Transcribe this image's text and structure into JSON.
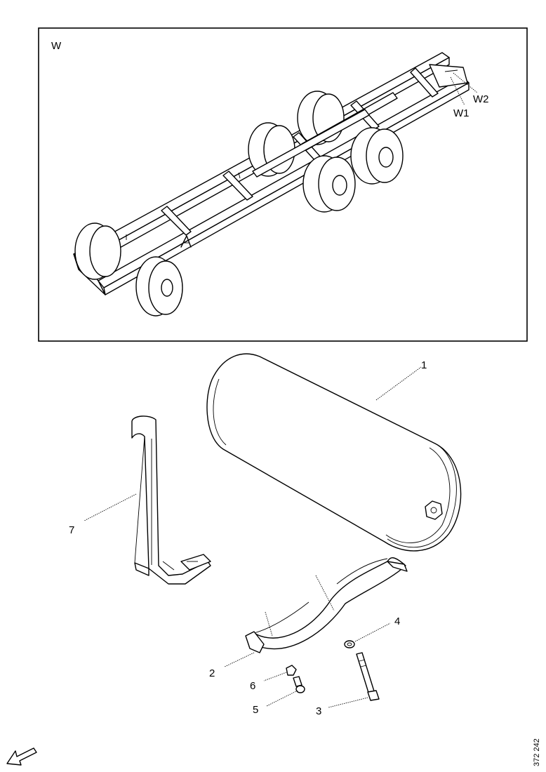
{
  "view": {
    "label": "W"
  },
  "callouts": {
    "w1": "W1",
    "w2": "W2",
    "p1": "1",
    "p2": "2",
    "p3": "3",
    "p4": "4",
    "p5": "5",
    "p6": "6",
    "p7": "7"
  },
  "drawing_code": "372 242",
  "icons": {
    "direction_arrow": "arrow-down-left-icon"
  }
}
